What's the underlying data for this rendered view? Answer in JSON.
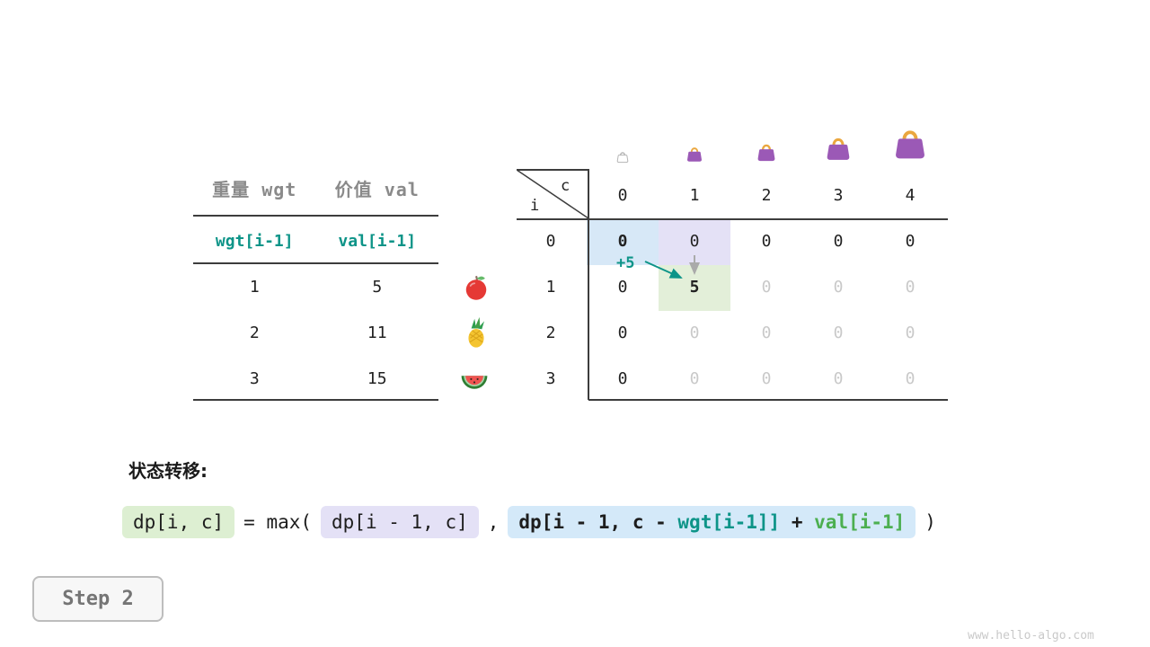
{
  "items_table": {
    "col_headers": [
      "重量 wgt",
      "价值 val"
    ],
    "index_row": [
      "wgt[i-1]",
      "val[i-1]"
    ],
    "rows": [
      {
        "wgt": "1",
        "val": "5",
        "fruit": "apple"
      },
      {
        "wgt": "2",
        "val": "11",
        "fruit": "pineapple"
      },
      {
        "wgt": "3",
        "val": "15",
        "fruit": "watermelon"
      }
    ]
  },
  "dp_table": {
    "corner_row_label": "i",
    "corner_col_label": "c",
    "col_headers": [
      "0",
      "1",
      "2",
      "3",
      "4"
    ],
    "row_headers": [
      "0",
      "1",
      "2",
      "3"
    ],
    "cells": [
      [
        "0",
        "0",
        "0",
        "0",
        "0"
      ],
      [
        "0",
        "5",
        "0",
        "0",
        "0"
      ],
      [
        "0",
        "0",
        "0",
        "0",
        "0"
      ],
      [
        "0",
        "0",
        "0",
        "0",
        "0"
      ]
    ],
    "annotation": "+5"
  },
  "transition": {
    "label": "状态转移:",
    "lhs": "dp[i, c]",
    "equals": "= max(",
    "keep": "dp[i - 1, c]",
    "comma": ",",
    "take_prefix": "dp[i - 1, c - ",
    "take_wgt": "wgt[i-1]]",
    "take_plus": " + ",
    "take_val": "val[i-1]",
    "close": ")"
  },
  "step": "Step 2",
  "watermark": "www.hello-algo.com",
  "colors": {
    "teal": "#0d9488",
    "green": "#4caf50",
    "highlight_blue": "#d7e8f7",
    "highlight_purple": "#e4e1f6",
    "highlight_green": "#e3efd9",
    "bag_purple": "#9b59b6",
    "bag_handle": "#eaa73f",
    "faded_text": "#c9c9c9"
  }
}
